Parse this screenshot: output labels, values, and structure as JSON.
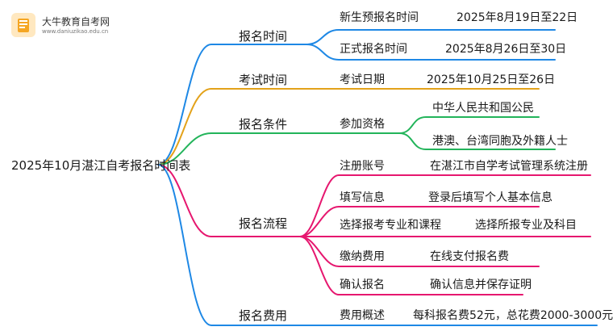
{
  "logo": {
    "name": "大牛教育自考网",
    "url": "www.daniuzikao.edu.cn"
  },
  "root": "2025年10月湛江自考报名时间表",
  "branches": [
    {
      "label": "报名时间",
      "color": "#1e88e5",
      "rows": [
        {
          "item": "新生预报名时间",
          "detail": "2025年8月19日至22日"
        },
        {
          "item": "正式报名时间",
          "detail": "2025年8月26日至30日"
        }
      ]
    },
    {
      "label": "考试时间",
      "color": "#e3a21a",
      "rows": [
        {
          "item": "考试日期",
          "detail": "2025年10月25日至26日"
        }
      ]
    },
    {
      "label": "报名条件",
      "color": "#22b45a",
      "rows": [
        {
          "item": "参加资格",
          "details": [
            "中华人民共和国公民",
            "港澳、台湾同胞及外籍人士"
          ]
        }
      ]
    },
    {
      "label": "报名流程",
      "color": "#e6176f",
      "rows": [
        {
          "item": "注册账号",
          "detail": "在湛江市自学考试管理系统注册"
        },
        {
          "item": "填写信息",
          "detail": "登录后填写个人基本信息"
        },
        {
          "item": "选择报考专业和课程",
          "detail": "选择所报专业及科目"
        },
        {
          "item": "缴纳费用",
          "detail": "在线支付报名费"
        },
        {
          "item": "确认报名",
          "detail": "确认信息并保存证明"
        }
      ]
    },
    {
      "label": "报名费用",
      "color": "#1e88e5",
      "rows": [
        {
          "item": "费用概述",
          "detail": "每科报名费52元，总花费2000-3000元"
        }
      ]
    }
  ]
}
